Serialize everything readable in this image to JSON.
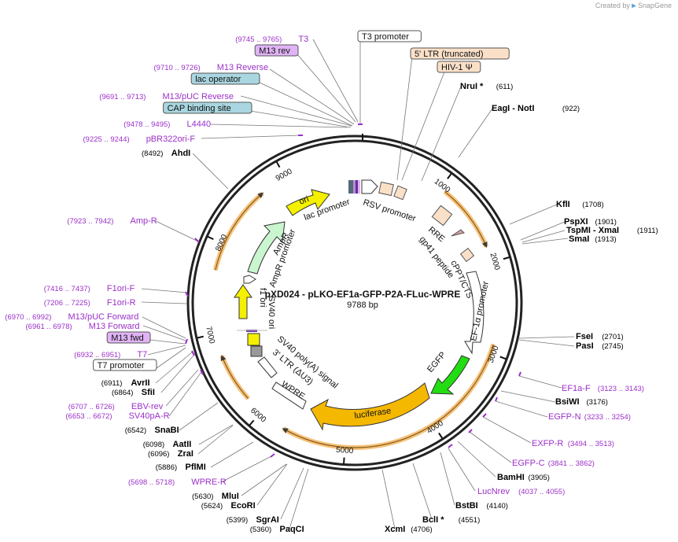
{
  "brand": {
    "created_by": "Created by",
    "name": "SnapGene"
  },
  "plasmid": {
    "name": "pXD024 - pLKO-EF1a-GFP-P2A-FLuc-WPRE",
    "size": "9788 bp",
    "length": 9788
  },
  "ring_ticks": [
    {
      "label": "1000",
      "pos": 1000
    },
    {
      "label": "2000",
      "pos": 2000
    },
    {
      "label": "3000",
      "pos": 3000
    },
    {
      "label": "4000",
      "pos": 4000
    },
    {
      "label": "5000",
      "pos": 5000
    },
    {
      "label": "6000",
      "pos": 6000
    },
    {
      "label": "7000",
      "pos": 7000
    },
    {
      "label": "8000",
      "pos": 8000
    },
    {
      "label": "9000",
      "pos": 9000
    }
  ],
  "inner_features": [
    {
      "label": "ori"
    },
    {
      "label": "lac promoter"
    },
    {
      "label": "RSV promoter"
    },
    {
      "label": "AmpR"
    },
    {
      "label": "AmpR promoter"
    },
    {
      "label": "RRE"
    },
    {
      "label": "gp41 peptide"
    },
    {
      "label": "cPPT/CTS"
    },
    {
      "label": "EF-1α promoter"
    },
    {
      "label": "f1 ori"
    },
    {
      "label": "SV40 ori"
    },
    {
      "label": "SV40 poly(A) signal"
    },
    {
      "label": "3' LTR (ΔU3)"
    },
    {
      "label": "WPRE"
    },
    {
      "label": "luciferase"
    },
    {
      "label": "EGFP"
    }
  ],
  "labels": [
    {
      "id": "t3",
      "range": "(9745 .. 9765)",
      "name": "T3",
      "style": "primer"
    },
    {
      "id": "m13rev",
      "range": "",
      "name": "M13 rev",
      "style": "box-purple"
    },
    {
      "id": "m13reverse",
      "range": "(9710 .. 9726)",
      "name": "M13 Reverse",
      "style": "primer"
    },
    {
      "id": "lacop",
      "range": "",
      "name": "lac operator",
      "style": "box-teal"
    },
    {
      "id": "m13puc",
      "range": "(9691 .. 9713)",
      "name": "M13/pUC Reverse",
      "style": "primer"
    },
    {
      "id": "cap",
      "range": "",
      "name": "CAP binding site",
      "style": "box-teal"
    },
    {
      "id": "l4440",
      "range": "(9478 .. 9495)",
      "name": "L4440",
      "style": "primer"
    },
    {
      "id": "pbr",
      "range": "(9225 .. 9244)",
      "name": "pBR322ori-F",
      "style": "primer"
    },
    {
      "id": "ahdi",
      "range": "(8492)",
      "name": "AhdI",
      "style": "enzyme-right"
    },
    {
      "id": "ampr",
      "range": "(7923 .. 7942)",
      "name": "Amp-R",
      "style": "primer"
    },
    {
      "id": "f1orif",
      "range": "(7416 .. 7437)",
      "name": "F1ori-F",
      "style": "primer"
    },
    {
      "id": "f1orir",
      "range": "(7206 .. 7225)",
      "name": "F1ori-R",
      "style": "primer"
    },
    {
      "id": "m13pucf",
      "range": "(6970 .. 6992)",
      "name": "M13/pUC Forward",
      "style": "primer"
    },
    {
      "id": "m13f",
      "range": "(6961 .. 6978)",
      "name": "M13 Forward",
      "style": "primer"
    },
    {
      "id": "m13fwd",
      "range": "",
      "name": "M13 fwd",
      "style": "box-purple"
    },
    {
      "id": "t7",
      "range": "(6932 .. 6951)",
      "name": "T7",
      "style": "primer"
    },
    {
      "id": "t7prom",
      "range": "",
      "name": "T7 promoter",
      "style": "box-white"
    },
    {
      "id": "avrii",
      "range": "(6911)",
      "name": "AvrII",
      "style": "enzyme-right"
    },
    {
      "id": "sfii",
      "range": "(6864)",
      "name": "SfiI",
      "style": "enzyme-right"
    },
    {
      "id": "ebvrev",
      "range": "(6707 .. 6726)",
      "name": "EBV-rev",
      "style": "primer"
    },
    {
      "id": "sv40par",
      "range": "(6653 .. 6672)",
      "name": "SV40pA-R",
      "style": "primer"
    },
    {
      "id": "snabi",
      "range": "(6542)",
      "name": "SnaBI",
      "style": "enzyme-right"
    },
    {
      "id": "aatii",
      "range": "(6098)",
      "name": "AatII",
      "style": "enzyme-right"
    },
    {
      "id": "zrai",
      "range": "(6096)",
      "name": "ZraI",
      "style": "enzyme-right"
    },
    {
      "id": "pflmi",
      "range": "(5886)",
      "name": "PflMI",
      "style": "enzyme-right"
    },
    {
      "id": "wprer",
      "range": "(5698 .. 5718)",
      "name": "WPRE-R",
      "style": "primer"
    },
    {
      "id": "mlui",
      "range": "(5630)",
      "name": "MluI",
      "style": "enzyme-right"
    },
    {
      "id": "ecori",
      "range": "(5624)",
      "name": "EcoRI",
      "style": "enzyme-right"
    },
    {
      "id": "sgrai",
      "range": "(5399)",
      "name": "SgrAI",
      "style": "enzyme-right"
    },
    {
      "id": "paqci",
      "range": "(5360)",
      "name": "PaqCI",
      "style": "enzyme-right"
    },
    {
      "id": "xcmi",
      "range": "(4706)",
      "name": "XcmI",
      "style": "enzyme-left"
    },
    {
      "id": "bcli",
      "range": "(4551)",
      "name": "BclI *",
      "style": "enzyme-left"
    },
    {
      "id": "bstbi",
      "range": "(4140)",
      "name": "BstBI",
      "style": "enzyme-left"
    },
    {
      "id": "lucnrev",
      "range": "(4037 .. 4055)",
      "name": "LucNrev",
      "style": "primer-left"
    },
    {
      "id": "bamhi",
      "range": "(3905)",
      "name": "BamHI",
      "style": "enzyme-left"
    },
    {
      "id": "egfpc",
      "range": "(3841 .. 3862)",
      "name": "EGFP-C",
      "style": "primer-left"
    },
    {
      "id": "exfpr",
      "range": "(3494 .. 3513)",
      "name": "EXFP-R",
      "style": "primer-left"
    },
    {
      "id": "egfpn",
      "range": "(3233 .. 3254)",
      "name": "EGFP-N",
      "style": "primer-left"
    },
    {
      "id": "bsiwi",
      "range": "(3176)",
      "name": "BsiWI",
      "style": "enzyme-left"
    },
    {
      "id": "ef1af",
      "range": "(3123 .. 3143)",
      "name": "EF1a-F",
      "style": "primer-left"
    },
    {
      "id": "pasi",
      "range": "(2745)",
      "name": "PasI",
      "style": "enzyme-left"
    },
    {
      "id": "fsei",
      "range": "(2701)",
      "name": "FseI",
      "style": "enzyme-left"
    },
    {
      "id": "smai",
      "range": "(1913)",
      "name": "SmaI",
      "style": "enzyme-left"
    },
    {
      "id": "tspmi",
      "range": "(1911)",
      "name": "TspMI  - XmaI",
      "style": "enzyme-left"
    },
    {
      "id": "pspxi",
      "range": "(1901)",
      "name": "PspXI",
      "style": "enzyme-left"
    },
    {
      "id": "kfli",
      "range": "(1708)",
      "name": "KflI",
      "style": "enzyme-left"
    },
    {
      "id": "eagi",
      "range": "(922)",
      "name": "EagI   - NotI",
      "style": "enzyme-left"
    },
    {
      "id": "nrui",
      "range": "(611)",
      "name": "NruI *",
      "style": "enzyme-left"
    },
    {
      "id": "hiv",
      "range": "",
      "name": "HIV-1 Ψ",
      "style": "box-peach"
    },
    {
      "id": "ltr5",
      "range": "",
      "name": "5' LTR (truncated)",
      "style": "box-peach"
    },
    {
      "id": "t3prom",
      "range": "",
      "name": "T3 promoter",
      "style": "box-white"
    }
  ],
  "colors": {
    "primer": "#9b30c8",
    "enzyme": "#000000",
    "ring": "#222222",
    "orange_arc": "#f5c27a",
    "ori": "#f5f000",
    "ampr": "#c9f5cf",
    "luciferase": "#f5b800",
    "egfp": "#22dd11",
    "peach": "#fbe0c8",
    "teal": "#a9d6e0",
    "purple_box": "#e0b3f5"
  }
}
